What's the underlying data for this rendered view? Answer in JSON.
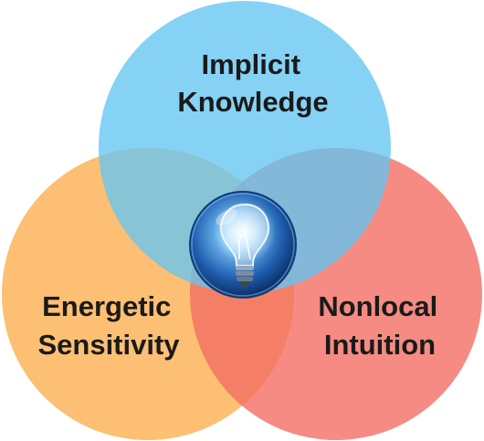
{
  "diagram": {
    "type": "venn-3",
    "circles": [
      {
        "id": "implicit",
        "lines": [
          "Implicit",
          "Knowledge"
        ],
        "color": "#64C5F2"
      },
      {
        "id": "energetic",
        "lines": [
          "Energetic",
          "Sensitivity"
        ],
        "color": "#FCB45A"
      },
      {
        "id": "nonlocal",
        "lines": [
          "Nonlocal",
          "Intuition"
        ],
        "color": "#F26E63"
      }
    ],
    "center_icon": "lightbulb-icon",
    "center_color": "#1E6FC0"
  }
}
